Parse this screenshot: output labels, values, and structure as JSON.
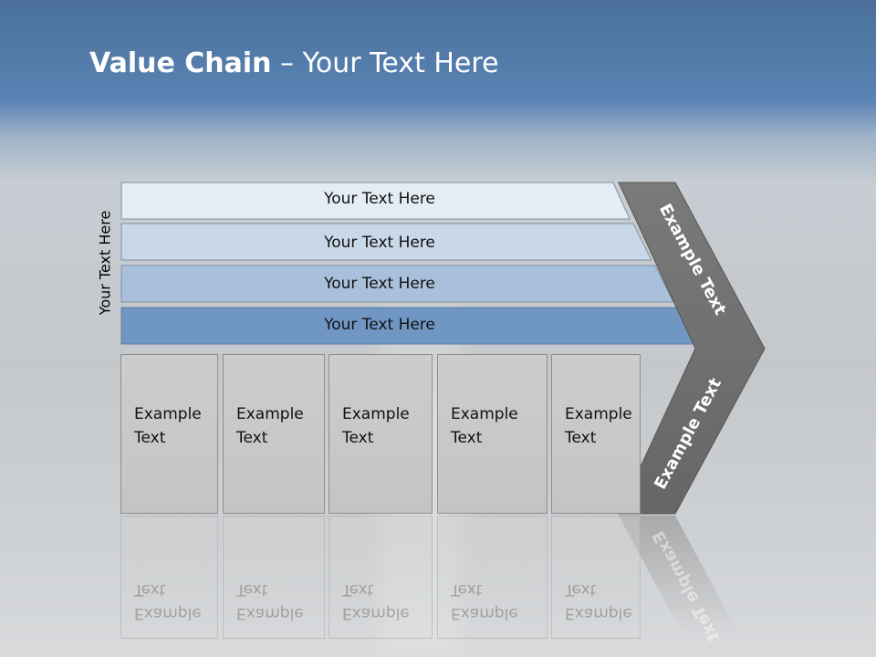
{
  "title": {
    "bold": "Value Chain",
    "rest": " – Your Text Here"
  },
  "side_label": "Your Text Here",
  "bars": [
    {
      "label": "Your Text Here",
      "fill": "#e4ecf4"
    },
    {
      "label": "Your Text Here",
      "fill": "#c9d8e8"
    },
    {
      "label": "Your Text Here",
      "fill": "#a9c0dc"
    },
    {
      "label": "Your Text Here",
      "fill": "#7096c4"
    }
  ],
  "cells": [
    {
      "label": "Example\nText"
    },
    {
      "label": "Example\nText"
    },
    {
      "label": "Example\nText"
    },
    {
      "label": "Example\nText"
    },
    {
      "label": "Example\nText"
    }
  ],
  "chevron": {
    "upper_label": "Example Text",
    "lower_label": "Example Text",
    "fill": "#6f6f6f"
  }
}
